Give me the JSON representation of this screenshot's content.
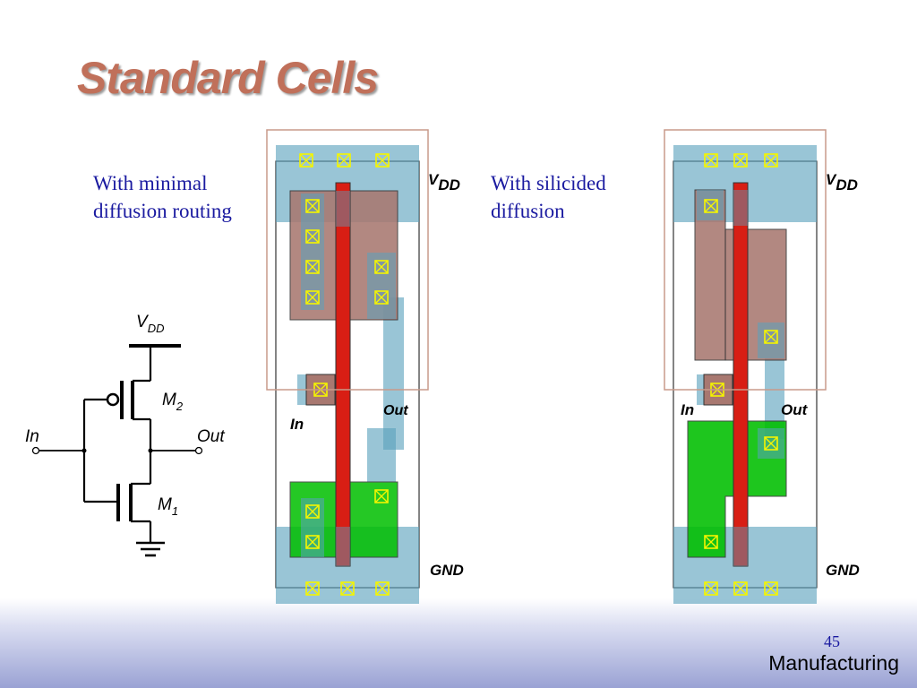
{
  "slide": {
    "title": "Standard Cells",
    "caption_left": "With minimal diffusion routing",
    "caption_right": "With silicided diffusion",
    "page_number": "45",
    "section": "Manufacturing"
  },
  "schematic": {
    "vdd_main": "V",
    "vdd_sub": "DD",
    "m2_main": "M",
    "m2_sub": "2",
    "m1_main": "M",
    "m1_sub": "1",
    "in_label": "In",
    "out_label": "Out"
  },
  "layout_left": {
    "vdd_main": "V",
    "vdd_sub": "DD",
    "gnd_label": "GND",
    "in_label": "In",
    "out_label": "Out"
  },
  "layout_right": {
    "vdd_main": "V",
    "vdd_sub": "DD",
    "gnd_label": "GND",
    "in_label": "In",
    "out_label": "Out"
  },
  "colors": {
    "title": "#c0705a",
    "caption": "#1a1aa0",
    "metal": "#5aa2bd",
    "pdiff": "#a87870",
    "ndiff": "#00bf00",
    "poly": "#d81e14",
    "contact": "#f5f500"
  }
}
